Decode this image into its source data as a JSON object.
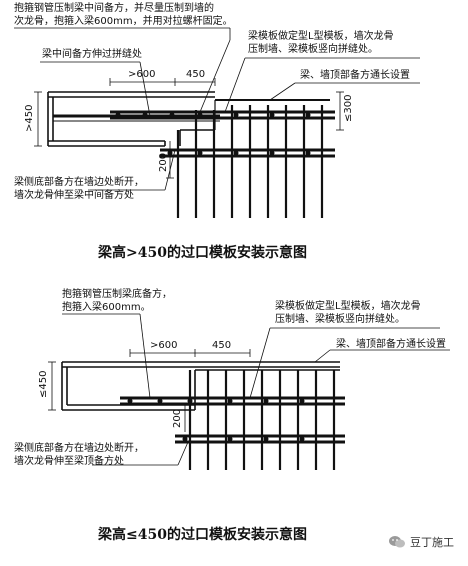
{
  "top": {
    "caption": "梁高>450的过口模板安装示意图",
    "note_top_left": "抱箍钢管压制梁中间备方，并尽量压制到墙的\n次龙骨，抱箍入梁600mm，并用对拉螺杆固定。",
    "note_mid_left": "梁中间备方伸过拼缝处",
    "note_top_right": "梁模板做定型L型模板，墙次龙骨\n压制墙、梁模板竖向拼缝处。",
    "note_right": "梁、墙顶部备方通长设置",
    "note_bottom_left": "梁侧底部备方在墙边处断开，\n墙次龙骨伸至梁中间备方处",
    "dim_600": ">600",
    "dim_450": "450",
    "dim_left": ">450",
    "dim_right": "≤300",
    "dim_200": "200"
  },
  "bottom": {
    "caption": "梁高≤450的过口模板安装示意图",
    "note_top_left": "抱箍钢管压制梁底备方，\n抱箍入梁600mm。",
    "note_top_right": "梁模板做定型L型模板，墙次龙骨\n压制墙、梁模板竖向拼缝处。",
    "note_right": "梁、墙顶部备方通长设置",
    "note_bottom_left": "梁侧底部备方在墙边处断开，\n墙次龙骨伸至梁顶备方处",
    "dim_600": ">600",
    "dim_450": "450",
    "dim_left": "≤450",
    "dim_200": "200"
  },
  "watermark": {
    "text": "豆丁施工",
    "icon": "wechat-icon"
  }
}
